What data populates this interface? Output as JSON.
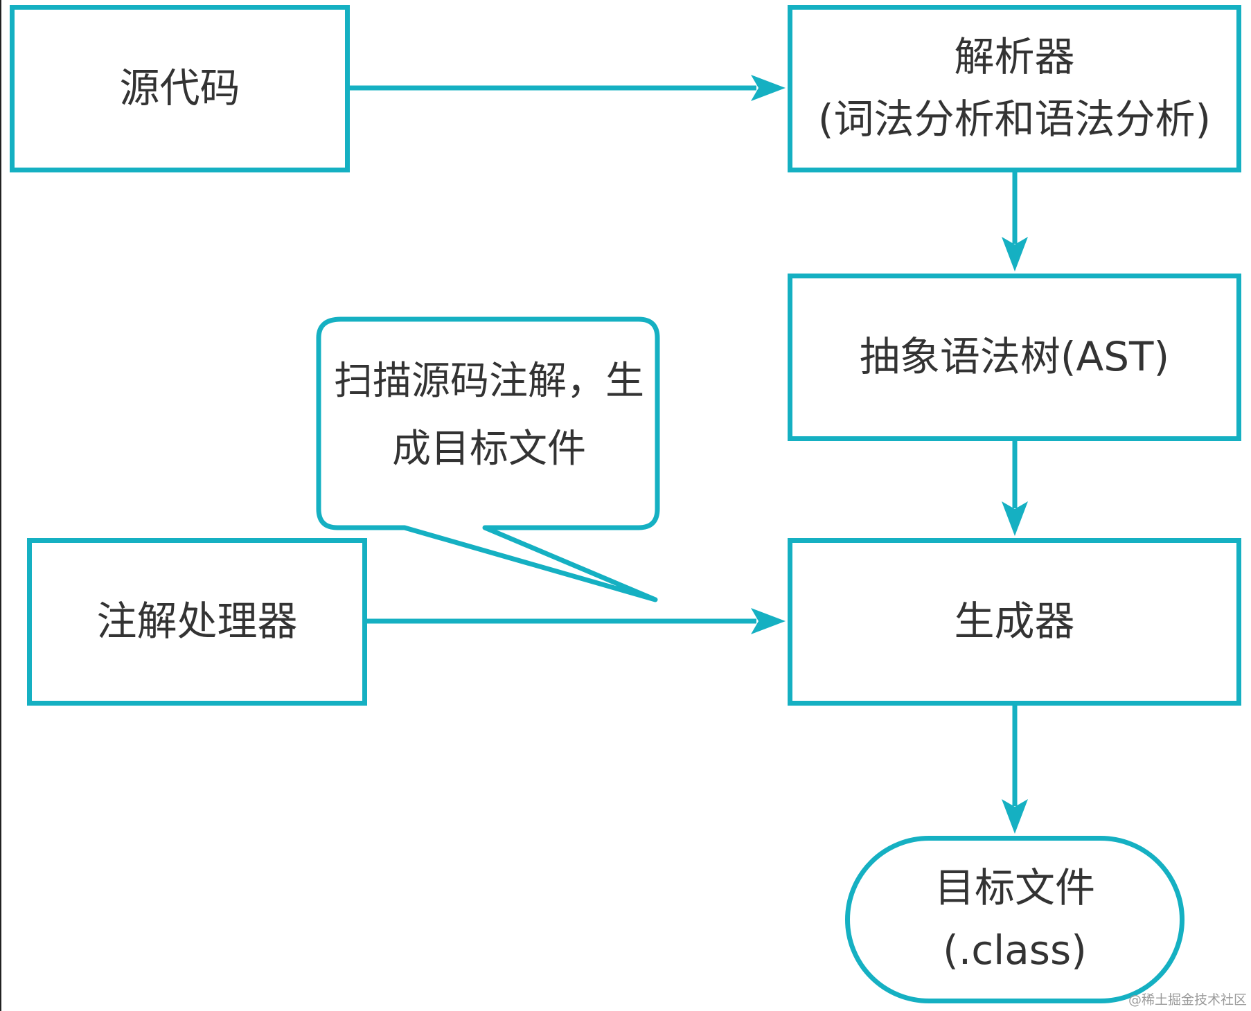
{
  "theme": {
    "accent": "#15b0c2",
    "text": "#333333"
  },
  "nodes": {
    "source": {
      "label": "源代码"
    },
    "parser": {
      "title": "解析器",
      "subtitle": "(词法分析和语法分析)"
    },
    "ast": {
      "label": "抽象语法树(AST)"
    },
    "generator": {
      "label": "生成器"
    },
    "annotation_processor": {
      "label": "注解处理器"
    },
    "target": {
      "title": "目标文件",
      "subtitle": "(.class)"
    }
  },
  "callout": {
    "line1": "扫描源码注解，生",
    "line2": "成目标文件"
  },
  "watermark": "@稀土掘金技术社区"
}
